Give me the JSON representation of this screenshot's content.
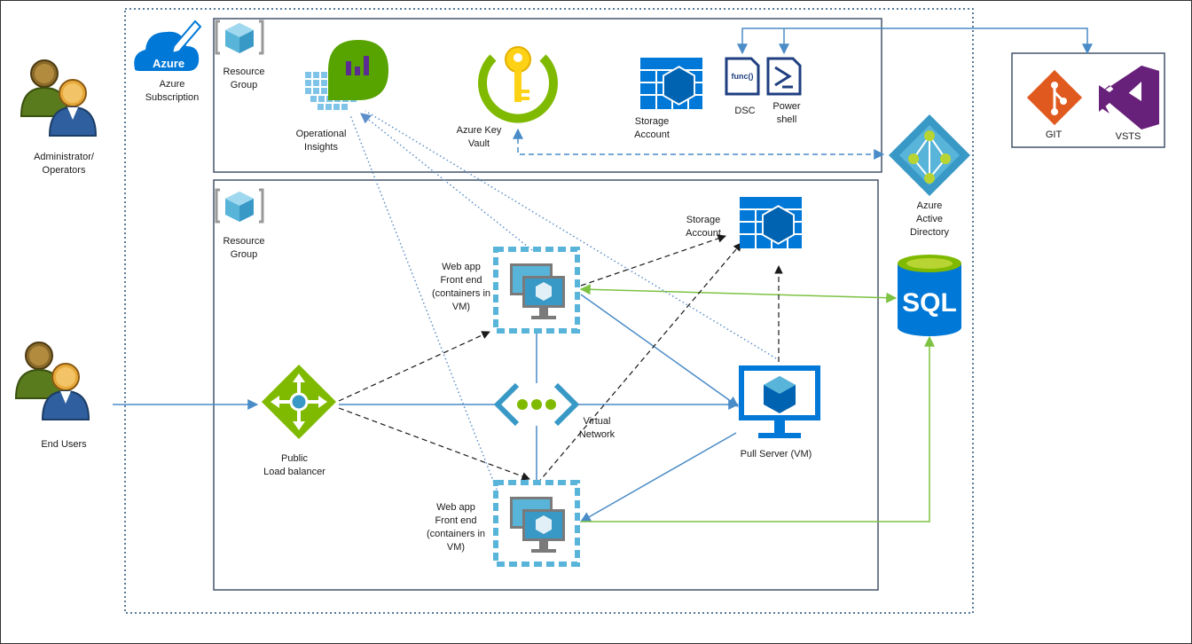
{
  "labels": {
    "administrators": "Administrator/\nOperators",
    "end_users": "End Users",
    "azure_subscription": "Azure\nSubscription",
    "azure_logo_text": "Azure",
    "resource_group_top": "Resource\nGroup",
    "resource_group_bottom": "Resource\nGroup",
    "operational_insights": "Operational\nInsights",
    "key_vault": "Azure Key\nVault",
    "storage_top": "Storage\nAccount",
    "dsc": "DSC",
    "dsc_icon_text": "func()",
    "powershell": "Power\nshell",
    "git": "GIT",
    "vsts": "VSTS",
    "aad": "Azure\nActive\nDirectory",
    "storage_mid": "Storage\nAccount",
    "sql_icon_text": "SQL",
    "web_app_top": "Web app\nFront end\n(containers in\nVM)",
    "web_app_bottom": "Web app\nFront end\n(containers in\nVM)",
    "load_balancer": "Public\nLoad balancer",
    "virtual_network": "Virtual\nNetwork",
    "pull_server": "Pull Server (VM)"
  },
  "icons": {
    "person": "user-group-icon",
    "azure_cloud": "azure-cloud-icon",
    "resource_group": "resource-group-cube-icon",
    "operational_insights": "operational-insights-icon",
    "key_vault": "key-vault-icon",
    "storage": "storage-table-icon",
    "dsc": "dsc-file-icon",
    "powershell": "powershell-file-icon",
    "git": "git-icon",
    "vsts": "vsts-icon",
    "aad": "azure-ad-icon",
    "sql": "sql-database-icon",
    "vm": "virtual-machine-icon",
    "load_balancer": "load-balancer-icon",
    "vnet": "virtual-network-icon"
  },
  "colors": {
    "azure_blue": "#0078d7",
    "connector_blue": "#4a8cc7",
    "connector_green": "#7dc242",
    "dashed_black": "#1a1a1a",
    "dotted_blue": "#5c8fc9",
    "subscription_border": "#1f4e79",
    "group_border": "#44546a",
    "green_dark": "#57a300",
    "git_orange": "#e05a20",
    "vsts_purple": "#68217a"
  }
}
